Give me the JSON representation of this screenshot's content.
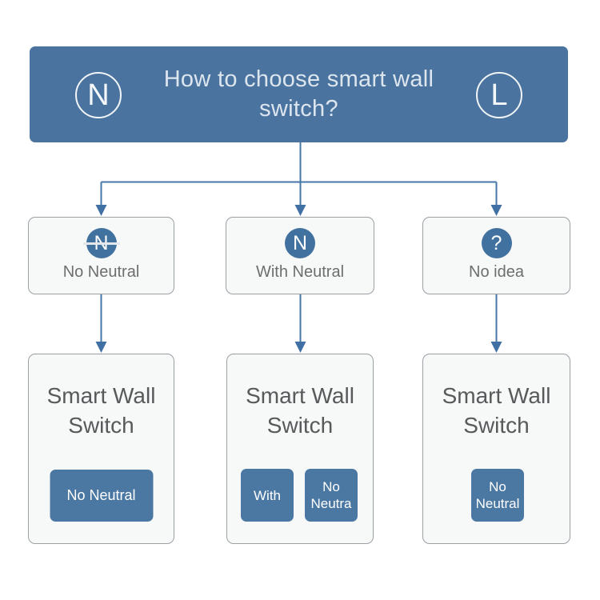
{
  "flowchart": {
    "header": {
      "title": "How to choose smart wall switch?",
      "title_line1": "How to choose smart wall",
      "title_line2": "switch?",
      "left_badge_letter": "N",
      "right_badge_letter": "L"
    },
    "columns": [
      {
        "decision": {
          "icon_letter": "N",
          "icon_strikethrough": true,
          "label": "No Neutral"
        },
        "product": {
          "name_line1": "Smart Wall",
          "name_line2": "Switch",
          "badges": [
            {
              "line1": "No Neutral",
              "line2": ""
            }
          ]
        }
      },
      {
        "decision": {
          "icon_letter": "N",
          "icon_strikethrough": false,
          "label": "With Neutral"
        },
        "product": {
          "name_line1": "Smart Wall",
          "name_line2": "Switch",
          "badges": [
            {
              "line1": "With",
              "line2": ""
            },
            {
              "line1": "No",
              "line2": "Neutra"
            }
          ]
        }
      },
      {
        "decision": {
          "icon_letter": "?",
          "icon_strikethrough": false,
          "label": "No idea"
        },
        "product": {
          "name_line1": "Smart Wall",
          "name_line2": "Switch",
          "badges": [
            {
              "line1": "No",
              "line2": "Neutral"
            }
          ]
        }
      }
    ],
    "colors": {
      "header_bg": "#4a749f",
      "icon_circle_bg": "#41719f",
      "badge_bg": "#4b78a3",
      "arrow": "#4577a8",
      "box_bg": "#f7f8f8",
      "box_border": "#9ba0a5",
      "title_text": "#dde5ee",
      "label_text": "#6e6e6e",
      "product_text": "#58595b"
    }
  }
}
